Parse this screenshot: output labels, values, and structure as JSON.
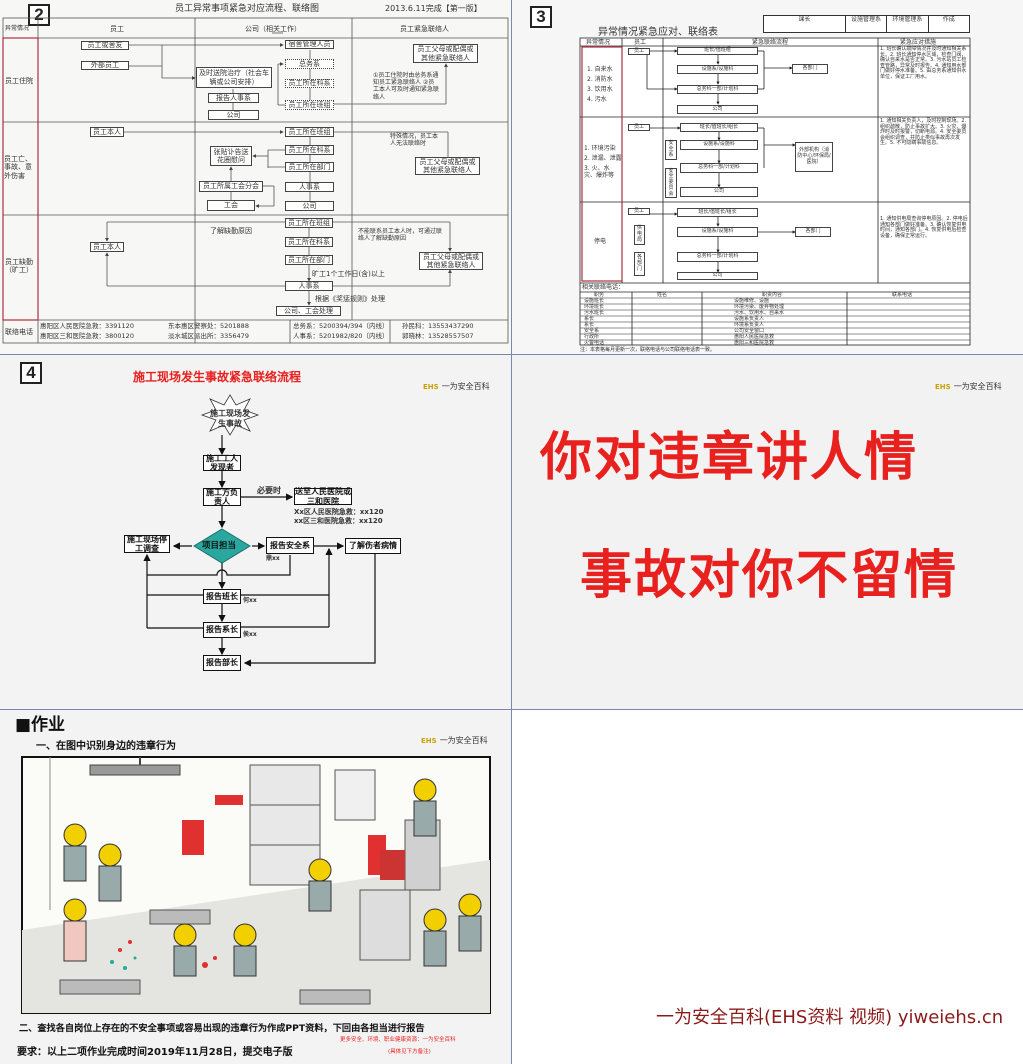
{
  "panels": {
    "p2": {
      "badge": "2",
      "title": "员工异常事项紧急对应流程、联络图",
      "date": "2013.6.11完成【第一版】",
      "columns": [
        "异常情况",
        "员工",
        "公司（相关工作）",
        "员工紧急联络人"
      ],
      "lanes": [
        "员工住院",
        "员工亡、事故、意外伤害",
        "员工缺勤（旷工）"
      ],
      "row1": {
        "employee": [
          "员工或舍友",
          "外部员工"
        ],
        "company": [
          "及时送院治疗（社会车辆或公司安排）",
          "报告人事系",
          "公司",
          "宿舍管理人员",
          "总务系",
          "员工所在科系",
          "员工所在班组"
        ],
        "note": "①员工住院时由总务系通知员工紧急联络人 ②员工本人可及时通知紧急联络人",
        "contact": "员工父母或配偶或其他紧急联络人"
      },
      "row2": {
        "employee": [
          "员工本人"
        ],
        "company": [
          "员工所在班组",
          "员工所在科系",
          "员工所在部门",
          "人事系",
          "公司",
          "张贴讣告送花圈慰问",
          "员工所属工会分会",
          "工会"
        ],
        "note": "特殊情况，员工本人无法联络时",
        "contact": "员工父母或配偶或其他紧急联络人"
      },
      "row3": {
        "employee": [
          "员工本人"
        ],
        "company": [
          "员工所在班组",
          "员工所在科系",
          "员工所在部门",
          "人事系",
          "公司、工会处理"
        ],
        "labels": [
          "了解缺勤原因",
          "旷工1个工作日(含)以上",
          "根据《奖惩规则》处理"
        ],
        "note": "不能联系员工本人时，可通过联络人了解缺勤原因",
        "contact": "员工父母或配偶或其他紧急联络人"
      },
      "footer_label": "联络电话",
      "phones": [
        "惠阳区人民医院急救：3391120",
        "惠阳区三和医院急救：3800120",
        "东本惠区警察处：5201888",
        "淡水城区派出所：3356479",
        "总务系：5200394/394（内线）",
        "人事系：5201982/820（内线）",
        "孙民科：13553437290",
        "郭晓林：13528557507"
      ]
    },
    "p3": {
      "badge": "3",
      "title": "异常情况紧急应对、联络表",
      "signoff": [
        "课长",
        "设施管理系",
        "环境管理系",
        "作成"
      ],
      "columns": [
        "异常情况",
        "员工",
        "紧急联络流程",
        "紧急应对措施"
      ],
      "rows": [
        {
          "situation": [
            "1. 自来水",
            "2. 消防水",
            "3. 饮用水",
            "4. 污水"
          ],
          "employee": "员工",
          "flow": [
            "班长/值班组",
            "设施系/设施科",
            "总务科一部/计划科",
            "公司"
          ],
          "side": "各部门",
          "measures": "1. 班长确认故障情况并及时通知相关系长。2. 班长通知停水区域，检查门阀，确认自来水是否正常。3. 污水站员工检查管路，异常及时报告。4. 通知用水部门做好停水准备。5. 由总务系通知供水单位，保证工厂用水。"
        },
        {
          "situation": [
            "1. 环境污染",
            "2. 泄漏、泄露",
            "3. 火、水灾、爆炸等"
          ],
          "employee": "员工",
          "flow": [
            "班长/值班长/组长",
            "设施系/设施科",
            "总务科一部/计划科",
            "公司"
          ],
          "side": "外部机构（消防中心/环保局/医院）",
          "side2": [
            "安全系",
            "安全委员会"
          ],
          "measures": "1. 通知相关负责人，及时控制现场。2. 组织疏散，防止事故扩大。3. 火灾、爆炸时及时报警，切断电源。4. 安全委员会组织调查，并防止类似事故再次发生。5. 不可隐瞒事故信息。"
        },
        {
          "situation": [
            "停电"
          ],
          "employee": "员工",
          "flow": [
            "班长/值班长/组长",
            "设施系/设施科",
            "总务科一部/计划科",
            "公司"
          ],
          "side": "各部门",
          "side2": [
            "供电局",
            "各部门"
          ],
          "measures": "1. 通知供电局查询停电原因。2. 停电后通知各部门做好准备。3. 确认恢复供电时间，通知各部门。4. 恢复供电后检查设备，确保正常运行。"
        }
      ],
      "contacts_label": "相关联络电话：",
      "contacts_headers": [
        "职务",
        "姓名",
        "职责内容",
        "联系电话"
      ],
      "contacts": [
        [
          "设施班长",
          "设施维修、设施"
        ],
        [
          "环境班长",
          "环境污染、废弃物处理"
        ],
        [
          "污水班长",
          "污水、饮用水、自来水"
        ],
        [
          "系长",
          "设施系负责人"
        ],
        [
          "系长",
          "环境系负责人"
        ],
        [
          "安全系",
          "公司安全窗口"
        ],
        [
          "行政所",
          "惠阳人民医院急救"
        ],
        [
          "火警电话",
          "惠阳三和医院急救"
        ]
      ],
      "footnote": "注：本表格每月更新一次，联络电话与公司联络电话表一致。"
    },
    "p4": {
      "badge": "4",
      "title": "施工现场发生事故紧急联络流程",
      "logo_mark": "EHS",
      "logo_text": "一为安全百科",
      "start": "施工现场发生事故",
      "finder": "施工工人发现者",
      "leader": "施工方负责人",
      "when_needed": "必要时",
      "hospital": "送至人民医院或三和医院",
      "hospital_phones": [
        "Xx区人民医院急救：xx120",
        "xx区三和医院急救：xx120"
      ],
      "decision": "项目担当",
      "stop": "施工现场停工调查",
      "safety": "报告安全系",
      "safety_person": "鼎xx",
      "injury": "了解伤者病情",
      "team_leader": "报告班长",
      "team_leader_person": "何xx",
      "section_chief": "报告系长",
      "section_chief_person": "侯xx",
      "dept_head": "报告部长"
    },
    "p5": {
      "logo_mark": "EHS",
      "logo_text": "一为安全百科",
      "line1": "你对违章讲人情",
      "line2": "事故对你不留情",
      "text_color": "#e8201e"
    },
    "p6": {
      "heading": "■作业",
      "task1": "一、在图中识别身边的违章行为",
      "logo_mark": "EHS",
      "logo_text": "一为安全百科",
      "task2": "二、查找各自岗位上存在的不安全事项或容易出现的违章行为作成PPT资料，下回由各担当进行报告",
      "requirement": "要求：以上二项作业完成时间2019年11月28日，提交电子版",
      "promo": "更多安全、环境、职业健康资源：一为安全百科",
      "promo_note": "(具体见下方备注)"
    },
    "watermark": "一为安全百科(EHS资料 视频) yiweiehs.cn"
  },
  "colors": {
    "red": "#e8201e",
    "lane_border": "#b03040",
    "divider": "#7d86b3",
    "watermark": "#8b1a1a",
    "diamond": "#2aa8a0"
  }
}
